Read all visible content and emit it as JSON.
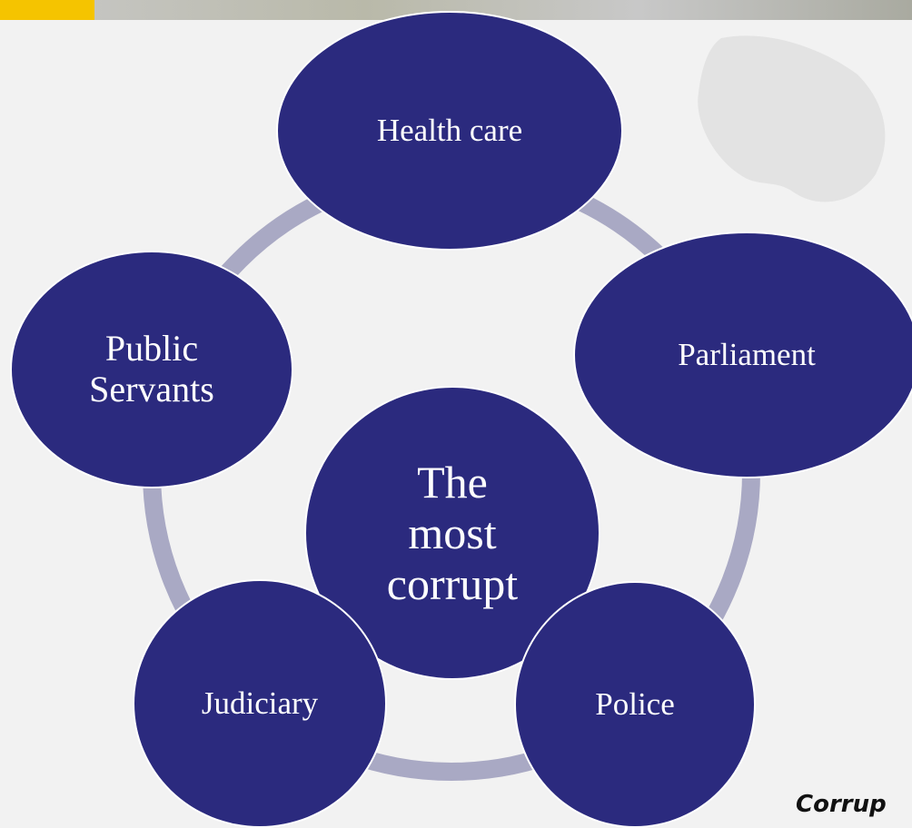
{
  "diagram": {
    "center": {
      "label": "The\nmost\ncorrupt"
    },
    "nodes": [
      {
        "id": "health-care",
        "label": "Health care"
      },
      {
        "id": "parliament",
        "label": "Parliament"
      },
      {
        "id": "police",
        "label": "Police"
      },
      {
        "id": "judiciary",
        "label": "Judiciary"
      },
      {
        "id": "public-servants",
        "label": "Public\nServants"
      }
    ],
    "caption": "Corrup"
  },
  "colors": {
    "node_fill": "#2b2a7e",
    "ring": "#a9a9c4",
    "accent": "#f5c400"
  }
}
